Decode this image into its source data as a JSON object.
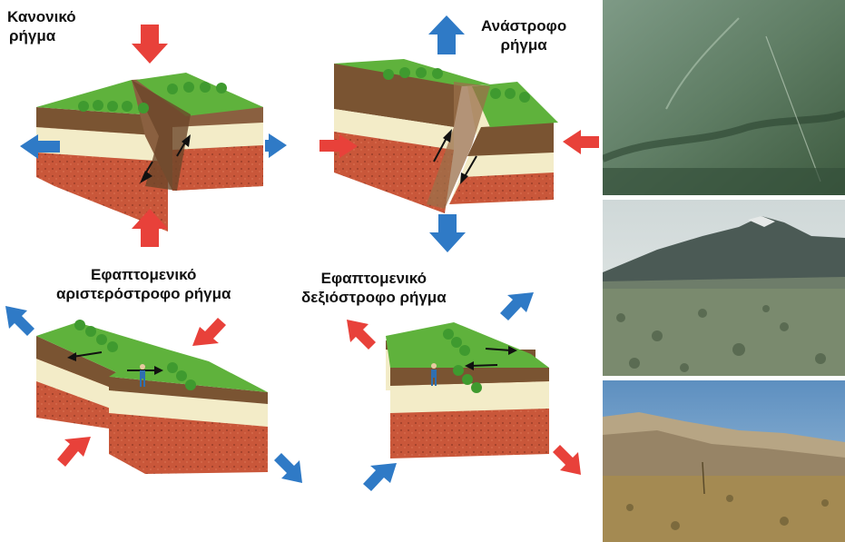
{
  "labels": {
    "normal": {
      "line1": "Κανονικό",
      "line2": "ρήγμα"
    },
    "reverse": {
      "line1": "Ανάστροφο",
      "line2": "ρήγμα"
    },
    "left_lateral": {
      "line1": "Εφαπτομενικό",
      "line2": "αριστερόστροφο ρήγμα"
    },
    "right_lateral": {
      "line1": "Εφαπτομενικό",
      "line2": "δεξιόστροφο ρήγμα"
    }
  },
  "colors": {
    "arrow_compression": "#e8413a",
    "arrow_extension": "#2f7ac6",
    "grass": "#5fb23c",
    "soil": "#7a5432",
    "sand": "#f3ecc8",
    "rock": "#c9573a",
    "tree": "#3f9a2f"
  },
  "photos": [
    {
      "name": "aerial-fault-photo"
    },
    {
      "name": "mountain-fault-photo"
    },
    {
      "name": "hills-fault-photo"
    }
  ]
}
